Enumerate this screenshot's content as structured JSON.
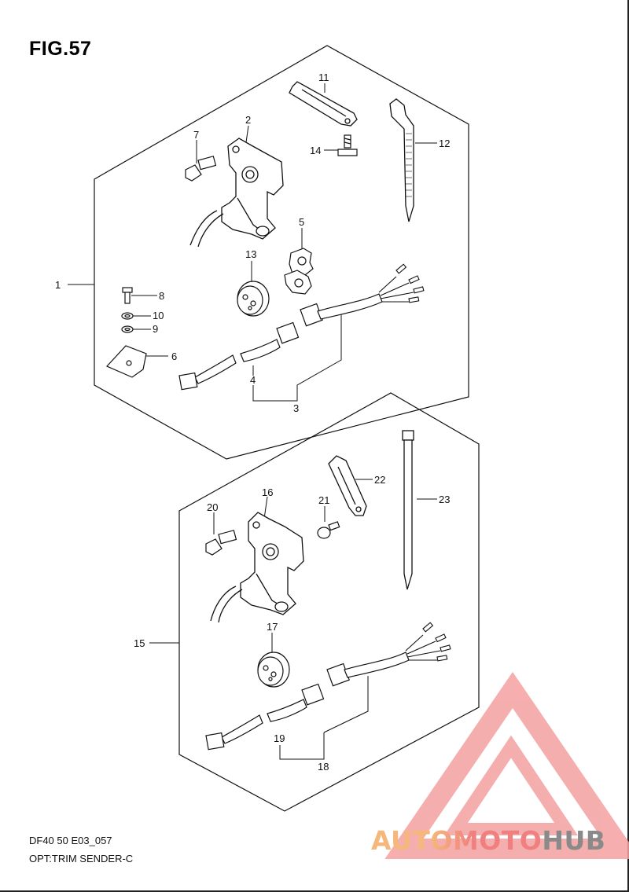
{
  "figure": {
    "title": "FIG.57",
    "model_code": "DF40 50 E03_057",
    "assembly_name": "OPT:TRIM SENDER-C"
  },
  "callouts": {
    "c1": "1",
    "c2": "2",
    "c3": "3",
    "c4": "4",
    "c5": "5",
    "c6": "6",
    "c7": "7",
    "c8": "8",
    "c9": "9",
    "c10": "10",
    "c11": "11",
    "c12": "12",
    "c13": "13",
    "c14": "14",
    "c15": "15",
    "c16": "16",
    "c17": "17",
    "c18": "18",
    "c19": "19",
    "c20": "20",
    "c21": "21",
    "c22": "22",
    "c23": "23"
  },
  "watermark": {
    "part1": "AUTOMOTO",
    "part2": "HUB",
    "color_light": "#f5b87a",
    "color_red": "#f08080",
    "color_gray": "#8a8a8a"
  }
}
